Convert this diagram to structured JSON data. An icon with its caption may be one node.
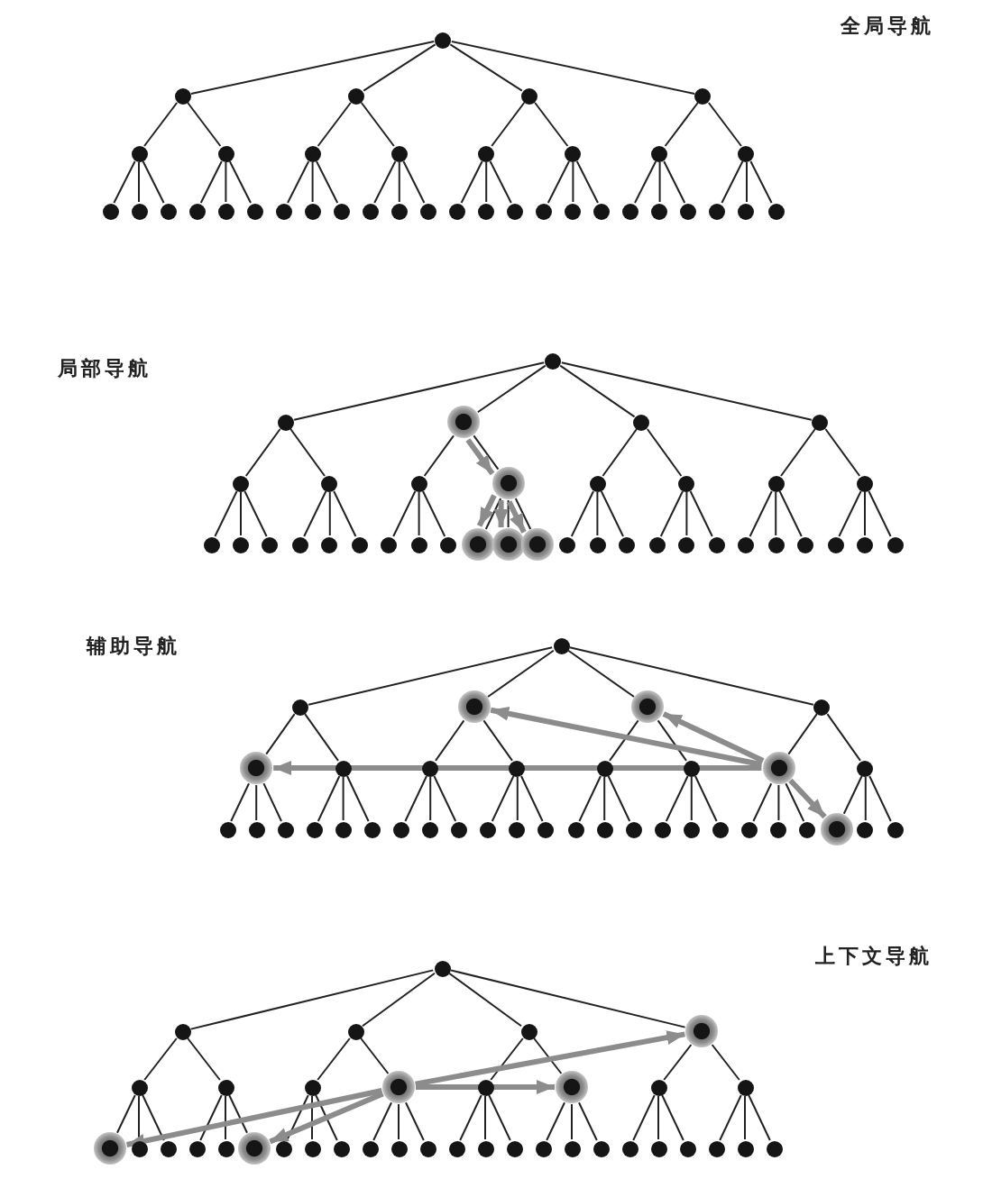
{
  "diagram": {
    "labels": [
      "全局导航",
      "局部导航",
      "辅助导航",
      "上下文导航"
    ],
    "nodes": [
      {
        "text": [],
        "shape": "circle"
      },
      {
        "text": [],
        "shape": "circle"
      },
      {
        "text": [],
        "shape": "circle"
      },
      {
        "text": [],
        "shape": "circle"
      },
      {
        "text": [],
        "shape": "circle"
      },
      {
        "text": [],
        "shape": "circle"
      },
      {
        "text": [],
        "shape": "circle"
      },
      {
        "text": [],
        "shape": "circle"
      },
      {
        "text": [],
        "shape": "circle"
      },
      {
        "text": [],
        "shape": "circle"
      },
      {
        "text": [],
        "shape": "circle"
      },
      {
        "text": [],
        "shape": "circle"
      },
      {
        "text": [],
        "shape": "circle"
      },
      {
        "text": [],
        "shape": "circle"
      },
      {
        "text": [],
        "shape": "circle"
      },
      {
        "text": [],
        "shape": "circle"
      },
      {
        "text": [],
        "shape": "circle"
      },
      {
        "text": [],
        "shape": "circle"
      },
      {
        "text": [],
        "shape": "circle"
      },
      {
        "text": [],
        "shape": "circle"
      },
      {
        "text": [],
        "shape": "circle"
      },
      {
        "text": [],
        "shape": "circle"
      },
      {
        "text": [],
        "shape": "circle"
      },
      {
        "text": [],
        "shape": "circle"
      },
      {
        "text": [],
        "shape": "circle"
      },
      {
        "text": [],
        "shape": "circle"
      },
      {
        "text": [],
        "shape": "circle"
      },
      {
        "text": [],
        "shape": "circle"
      },
      {
        "text": [],
        "shape": "circle"
      },
      {
        "text": [],
        "shape": "circle"
      },
      {
        "text": [],
        "shape": "circle"
      },
      {
        "text": [],
        "shape": "circle"
      },
      {
        "text": [],
        "shape": "circle"
      },
      {
        "text": [],
        "shape": "circle"
      },
      {
        "text": [],
        "shape": "circle"
      },
      {
        "text": [],
        "shape": "circle"
      },
      {
        "text": [],
        "shape": "circle"
      },
      {
        "text": [],
        "shape": "circle"
      },
      {
        "text": [],
        "shape": "circle"
      },
      {
        "text": [],
        "shape": "circle"
      },
      {
        "text": [],
        "shape": "circle"
      },
      {
        "text": [],
        "shape": "circle"
      },
      {
        "text": [],
        "shape": "circle"
      },
      {
        "text": [],
        "shape": "circle"
      },
      {
        "text": [],
        "shape": "circle"
      },
      {
        "text": [],
        "shape": "circle"
      },
      {
        "text": [],
        "shape": "circle"
      },
      {
        "text": [],
        "shape": "circle"
      },
      {
        "text": [],
        "shape": "circle"
      },
      {
        "text": [],
        "shape": "circle"
      },
      {
        "text": [],
        "shape": "circle"
      },
      {
        "text": [],
        "shape": "circle"
      },
      {
        "text": [],
        "shape": "circle"
      },
      {
        "text": [],
        "shape": "circle"
      },
      {
        "text": [],
        "shape": "circle"
      },
      {
        "text": [],
        "shape": "circle"
      },
      {
        "text": [],
        "shape": "circle"
      },
      {
        "text": [],
        "shape": "circle"
      },
      {
        "text": [],
        "shape": "circle"
      },
      {
        "text": [],
        "shape": "circle"
      },
      {
        "text": [],
        "shape": "circle"
      },
      {
        "text": [],
        "shape": "circle"
      },
      {
        "text": [],
        "shape": "circle"
      },
      {
        "text": [],
        "shape": "circle"
      },
      {
        "text": [],
        "shape": "circle"
      },
      {
        "text": [],
        "shape": "circle"
      },
      {
        "text": [],
        "shape": "circle"
      },
      {
        "text": [],
        "shape": "circle"
      },
      {
        "text": [],
        "shape": "circle"
      },
      {
        "text": [],
        "shape": "circle"
      },
      {
        "text": [],
        "shape": "circle"
      },
      {
        "text": [],
        "shape": "circle"
      },
      {
        "text": [],
        "shape": "circle"
      },
      {
        "text": [],
        "shape": "circle"
      },
      {
        "text": [],
        "shape": "circle"
      },
      {
        "text": [],
        "shape": "circle"
      },
      {
        "text": [],
        "shape": "circle"
      },
      {
        "text": [],
        "shape": "circle"
      },
      {
        "text": [],
        "shape": "circle"
      },
      {
        "text": [],
        "shape": "circle"
      },
      {
        "text": [],
        "shape": "circle"
      },
      {
        "text": [],
        "shape": "circle"
      },
      {
        "text": [],
        "shape": "circle"
      },
      {
        "text": [],
        "shape": "circle"
      },
      {
        "text": [],
        "shape": "circle"
      },
      {
        "text": [],
        "shape": "circle"
      },
      {
        "text": [],
        "shape": "circle"
      },
      {
        "text": [],
        "shape": "circle"
      },
      {
        "text": [],
        "shape": "circle"
      },
      {
        "text": [],
        "shape": "circle"
      },
      {
        "text": [],
        "shape": "circle"
      },
      {
        "text": [],
        "shape": "circle"
      },
      {
        "text": [],
        "shape": "circle"
      },
      {
        "text": [],
        "shape": "circle"
      },
      {
        "text": [],
        "shape": "circle"
      },
      {
        "text": [],
        "shape": "circle"
      },
      {
        "text": [],
        "shape": "circle"
      },
      {
        "text": [],
        "shape": "circle"
      },
      {
        "text": [],
        "shape": "circle"
      },
      {
        "text": [],
        "shape": "circle"
      },
      {
        "text": [],
        "shape": "circle"
      },
      {
        "text": [],
        "shape": "circle"
      },
      {
        "text": [],
        "shape": "circle"
      },
      {
        "text": [],
        "shape": "circle"
      },
      {
        "text": [],
        "shape": "circle"
      },
      {
        "text": [],
        "shape": "circle"
      },
      {
        "text": [],
        "shape": "circle"
      },
      {
        "text": [],
        "shape": "circle"
      },
      {
        "text": [],
        "shape": "circle"
      },
      {
        "text": [],
        "shape": "circle"
      },
      {
        "text": [],
        "shape": "circle"
      },
      {
        "text": [],
        "shape": "circle"
      },
      {
        "text": [],
        "shape": "circle"
      },
      {
        "text": [],
        "shape": "circle"
      },
      {
        "text": [],
        "shape": "circle"
      },
      {
        "text": [],
        "shape": "circle"
      },
      {
        "text": [],
        "shape": "circle"
      },
      {
        "text": [],
        "shape": "circle"
      },
      {
        "text": [],
        "shape": "circle"
      },
      {
        "text": [],
        "shape": "circle"
      },
      {
        "text": [],
        "shape": "circle"
      },
      {
        "text": [],
        "shape": "circle"
      },
      {
        "text": [],
        "shape": "circle"
      },
      {
        "text": [],
        "shape": "circle"
      },
      {
        "text": [],
        "shape": "circle"
      },
      {
        "text": [],
        "shape": "circle"
      },
      {
        "text": [],
        "shape": "circle"
      },
      {
        "text": [],
        "shape": "circle"
      },
      {
        "text": [],
        "shape": "circle"
      },
      {
        "text": [],
        "shape": "circle"
      },
      {
        "text": [],
        "shape": "circle"
      },
      {
        "text": [],
        "shape": "circle"
      },
      {
        "text": [],
        "shape": "circle"
      },
      {
        "text": [],
        "shape": "circle"
      },
      {
        "text": [],
        "shape": "circle"
      },
      {
        "text": [],
        "shape": "circle"
      },
      {
        "text": [],
        "shape": "circle"
      },
      {
        "text": [],
        "shape": "circle"
      },
      {
        "text": [],
        "shape": "circle"
      },
      {
        "text": [],
        "shape": "circle"
      },
      {
        "text": [],
        "shape": "circle"
      },
      {
        "text": [],
        "shape": "circle"
      },
      {
        "text": [],
        "shape": "circle"
      },
      {
        "text": [],
        "shape": "circle"
      },
      {
        "text": [],
        "shape": "circle"
      },
      {
        "text": [],
        "shape": "circle"
      },
      {
        "text": [],
        "shape": "circle"
      },
      {
        "text": [],
        "shape": "circle"
      }
    ],
    "edges": [
      {
        "from": 0,
        "to": 1,
        "arrow": "none"
      },
      {
        "from": 0,
        "to": 2,
        "arrow": "none"
      },
      {
        "from": 0,
        "to": 3,
        "arrow": "none"
      },
      {
        "from": 0,
        "to": 4,
        "arrow": "none"
      },
      {
        "from": 1,
        "to": 5,
        "arrow": "none"
      },
      {
        "from": 1,
        "to": 6,
        "arrow": "none"
      },
      {
        "from": 2,
        "to": 7,
        "arrow": "none"
      },
      {
        "from": 2,
        "to": 8,
        "arrow": "none"
      },
      {
        "from": 3,
        "to": 9,
        "arrow": "none"
      },
      {
        "from": 3,
        "to": 10,
        "arrow": "none"
      },
      {
        "from": 4,
        "to": 11,
        "arrow": "none"
      },
      {
        "from": 4,
        "to": 12,
        "arrow": "none"
      },
      {
        "from": 5,
        "to": 13,
        "arrow": "none"
      },
      {
        "from": 5,
        "to": 14,
        "arrow": "none"
      },
      {
        "from": 5,
        "to": 15,
        "arrow": "none"
      },
      {
        "from": 6,
        "to": 16,
        "arrow": "none"
      },
      {
        "from": 6,
        "to": 17,
        "arrow": "none"
      },
      {
        "from": 6,
        "to": 18,
        "arrow": "none"
      },
      {
        "from": 7,
        "to": 19,
        "arrow": "none"
      },
      {
        "from": 7,
        "to": 20,
        "arrow": "none"
      },
      {
        "from": 7,
        "to": 21,
        "arrow": "none"
      },
      {
        "from": 8,
        "to": 22,
        "arrow": "none"
      },
      {
        "from": 8,
        "to": 23,
        "arrow": "none"
      },
      {
        "from": 8,
        "to": 24,
        "arrow": "none"
      },
      {
        "from": 9,
        "to": 25,
        "arrow": "none"
      },
      {
        "from": 9,
        "to": 26,
        "arrow": "none"
      },
      {
        "from": 9,
        "to": 27,
        "arrow": "none"
      },
      {
        "from": 10,
        "to": 28,
        "arrow": "none"
      },
      {
        "from": 10,
        "to": 29,
        "arrow": "none"
      },
      {
        "from": 10,
        "to": 30,
        "arrow": "none"
      },
      {
        "from": 11,
        "to": 31,
        "arrow": "none"
      },
      {
        "from": 11,
        "to": 32,
        "arrow": "none"
      },
      {
        "from": 11,
        "to": 33,
        "arrow": "none"
      },
      {
        "from": 12,
        "to": 34,
        "arrow": "none"
      },
      {
        "from": 12,
        "to": 35,
        "arrow": "none"
      },
      {
        "from": 12,
        "to": 36,
        "arrow": "none"
      },
      {
        "from": 37,
        "to": 38,
        "arrow": "none"
      },
      {
        "from": 37,
        "to": 39,
        "arrow": "none"
      },
      {
        "from": 37,
        "to": 40,
        "arrow": "none"
      },
      {
        "from": 37,
        "to": 41,
        "arrow": "none"
      },
      {
        "from": 38,
        "to": 42,
        "arrow": "none"
      },
      {
        "from": 38,
        "to": 43,
        "arrow": "none"
      },
      {
        "from": 39,
        "to": 44,
        "arrow": "none"
      },
      {
        "from": 39,
        "to": 45,
        "arrow": "none"
      },
      {
        "from": 40,
        "to": 46,
        "arrow": "none"
      },
      {
        "from": 40,
        "to": 47,
        "arrow": "none"
      },
      {
        "from": 41,
        "to": 48,
        "arrow": "none"
      },
      {
        "from": 41,
        "to": 49,
        "arrow": "none"
      },
      {
        "from": 42,
        "to": 50,
        "arrow": "none"
      },
      {
        "from": 42,
        "to": 51,
        "arrow": "none"
      },
      {
        "from": 42,
        "to": 52,
        "arrow": "none"
      },
      {
        "from": 43,
        "to": 53,
        "arrow": "none"
      },
      {
        "from": 43,
        "to": 54,
        "arrow": "none"
      },
      {
        "from": 43,
        "to": 55,
        "arrow": "none"
      },
      {
        "from": 44,
        "to": 56,
        "arrow": "none"
      },
      {
        "from": 44,
        "to": 57,
        "arrow": "none"
      },
      {
        "from": 44,
        "to": 58,
        "arrow": "none"
      },
      {
        "from": 45,
        "to": 59,
        "arrow": "none"
      },
      {
        "from": 45,
        "to": 60,
        "arrow": "none"
      },
      {
        "from": 45,
        "to": 61,
        "arrow": "none"
      },
      {
        "from": 46,
        "to": 62,
        "arrow": "none"
      },
      {
        "from": 46,
        "to": 63,
        "arrow": "none"
      },
      {
        "from": 46,
        "to": 64,
        "arrow": "none"
      },
      {
        "from": 47,
        "to": 65,
        "arrow": "none"
      },
      {
        "from": 47,
        "to": 66,
        "arrow": "none"
      },
      {
        "from": 47,
        "to": 67,
        "arrow": "none"
      },
      {
        "from": 48,
        "to": 68,
        "arrow": "none"
      },
      {
        "from": 48,
        "to": 69,
        "arrow": "none"
      },
      {
        "from": 48,
        "to": 70,
        "arrow": "none"
      },
      {
        "from": 49,
        "to": 71,
        "arrow": "none"
      },
      {
        "from": 49,
        "to": 72,
        "arrow": "none"
      },
      {
        "from": 49,
        "to": 73,
        "arrow": "none"
      },
      {
        "from": 39,
        "to": 45,
        "arrow": "to",
        "style": "thick",
        "color": "#8c8c8c"
      },
      {
        "from": 45,
        "to": 59,
        "arrow": "to",
        "style": "thick",
        "color": "#8c8c8c"
      },
      {
        "from": 45,
        "to": 60,
        "arrow": "to",
        "style": "thick",
        "color": "#8c8c8c"
      },
      {
        "from": 45,
        "to": 61,
        "arrow": "to",
        "style": "thick",
        "color": "#8c8c8c"
      },
      {
        "from": 74,
        "to": 75,
        "arrow": "none"
      },
      {
        "from": 74,
        "to": 76,
        "arrow": "none"
      },
      {
        "from": 74,
        "to": 77,
        "arrow": "none"
      },
      {
        "from": 74,
        "to": 78,
        "arrow": "none"
      },
      {
        "from": 75,
        "to": 79,
        "arrow": "none"
      },
      {
        "from": 75,
        "to": 80,
        "arrow": "none"
      },
      {
        "from": 76,
        "to": 81,
        "arrow": "none"
      },
      {
        "from": 76,
        "to": 82,
        "arrow": "none"
      },
      {
        "from": 77,
        "to": 83,
        "arrow": "none"
      },
      {
        "from": 77,
        "to": 84,
        "arrow": "none"
      },
      {
        "from": 78,
        "to": 85,
        "arrow": "none"
      },
      {
        "from": 78,
        "to": 86,
        "arrow": "none"
      },
      {
        "from": 79,
        "to": 87,
        "arrow": "none"
      },
      {
        "from": 79,
        "to": 88,
        "arrow": "none"
      },
      {
        "from": 79,
        "to": 89,
        "arrow": "none"
      },
      {
        "from": 80,
        "to": 90,
        "arrow": "none"
      },
      {
        "from": 80,
        "to": 91,
        "arrow": "none"
      },
      {
        "from": 80,
        "to": 92,
        "arrow": "none"
      },
      {
        "from": 81,
        "to": 93,
        "arrow": "none"
      },
      {
        "from": 81,
        "to": 94,
        "arrow": "none"
      },
      {
        "from": 81,
        "to": 95,
        "arrow": "none"
      },
      {
        "from": 82,
        "to": 96,
        "arrow": "none"
      },
      {
        "from": 82,
        "to": 97,
        "arrow": "none"
      },
      {
        "from": 82,
        "to": 98,
        "arrow": "none"
      },
      {
        "from": 83,
        "to": 99,
        "arrow": "none"
      },
      {
        "from": 83,
        "to": 100,
        "arrow": "none"
      },
      {
        "from": 83,
        "to": 101,
        "arrow": "none"
      },
      {
        "from": 84,
        "to": 102,
        "arrow": "none"
      },
      {
        "from": 84,
        "to": 103,
        "arrow": "none"
      },
      {
        "from": 84,
        "to": 104,
        "arrow": "none"
      },
      {
        "from": 85,
        "to": 105,
        "arrow": "none"
      },
      {
        "from": 85,
        "to": 106,
        "arrow": "none"
      },
      {
        "from": 85,
        "to": 107,
        "arrow": "none"
      },
      {
        "from": 86,
        "to": 108,
        "arrow": "none"
      },
      {
        "from": 86,
        "to": 109,
        "arrow": "none"
      },
      {
        "from": 86,
        "to": 110,
        "arrow": "none"
      },
      {
        "from": 85,
        "to": 76,
        "arrow": "to",
        "style": "thick",
        "color": "#8c8c8c"
      },
      {
        "from": 85,
        "to": 77,
        "arrow": "to",
        "style": "thick",
        "color": "#8c8c8c"
      },
      {
        "from": 85,
        "to": 79,
        "arrow": "to",
        "style": "thick",
        "color": "#8c8c8c"
      },
      {
        "from": 85,
        "to": 108,
        "arrow": "to",
        "style": "thick",
        "color": "#8c8c8c"
      },
      {
        "from": 111,
        "to": 112,
        "arrow": "none"
      },
      {
        "from": 111,
        "to": 113,
        "arrow": "none"
      },
      {
        "from": 111,
        "to": 114,
        "arrow": "none"
      },
      {
        "from": 111,
        "to": 115,
        "arrow": "none"
      },
      {
        "from": 112,
        "to": 116,
        "arrow": "none"
      },
      {
        "from": 112,
        "to": 117,
        "arrow": "none"
      },
      {
        "from": 113,
        "to": 118,
        "arrow": "none"
      },
      {
        "from": 113,
        "to": 119,
        "arrow": "none"
      },
      {
        "from": 114,
        "to": 120,
        "arrow": "none"
      },
      {
        "from": 114,
        "to": 121,
        "arrow": "none"
      },
      {
        "from": 115,
        "to": 122,
        "arrow": "none"
      },
      {
        "from": 115,
        "to": 123,
        "arrow": "none"
      },
      {
        "from": 116,
        "to": 124,
        "arrow": "none"
      },
      {
        "from": 116,
        "to": 125,
        "arrow": "none"
      },
      {
        "from": 116,
        "to": 126,
        "arrow": "none"
      },
      {
        "from": 117,
        "to": 127,
        "arrow": "none"
      },
      {
        "from": 117,
        "to": 128,
        "arrow": "none"
      },
      {
        "from": 117,
        "to": 129,
        "arrow": "none"
      },
      {
        "from": 118,
        "to": 130,
        "arrow": "none"
      },
      {
        "from": 118,
        "to": 131,
        "arrow": "none"
      },
      {
        "from": 118,
        "to": 132,
        "arrow": "none"
      },
      {
        "from": 119,
        "to": 133,
        "arrow": "none"
      },
      {
        "from": 119,
        "to": 134,
        "arrow": "none"
      },
      {
        "from": 119,
        "to": 135,
        "arrow": "none"
      },
      {
        "from": 120,
        "to": 136,
        "arrow": "none"
      },
      {
        "from": 120,
        "to": 137,
        "arrow": "none"
      },
      {
        "from": 120,
        "to": 138,
        "arrow": "none"
      },
      {
        "from": 121,
        "to": 139,
        "arrow": "none"
      },
      {
        "from": 121,
        "to": 140,
        "arrow": "none"
      },
      {
        "from": 121,
        "to": 141,
        "arrow": "none"
      },
      {
        "from": 122,
        "to": 142,
        "arrow": "none"
      },
      {
        "from": 122,
        "to": 143,
        "arrow": "none"
      },
      {
        "from": 122,
        "to": 144,
        "arrow": "none"
      },
      {
        "from": 123,
        "to": 145,
        "arrow": "none"
      },
      {
        "from": 123,
        "to": 146,
        "arrow": "none"
      },
      {
        "from": 123,
        "to": 147,
        "arrow": "none"
      },
      {
        "from": 119,
        "to": 115,
        "arrow": "to",
        "style": "thick",
        "color": "#8c8c8c"
      },
      {
        "from": 119,
        "to": 121,
        "arrow": "to",
        "style": "thick",
        "color": "#8c8c8c"
      },
      {
        "from": 119,
        "to": 124,
        "arrow": "to",
        "style": "thick",
        "color": "#8c8c8c"
      },
      {
        "from": 119,
        "to": 129,
        "arrow": "to",
        "style": "thick",
        "color": "#8c8c8c"
      }
    ]
  }
}
